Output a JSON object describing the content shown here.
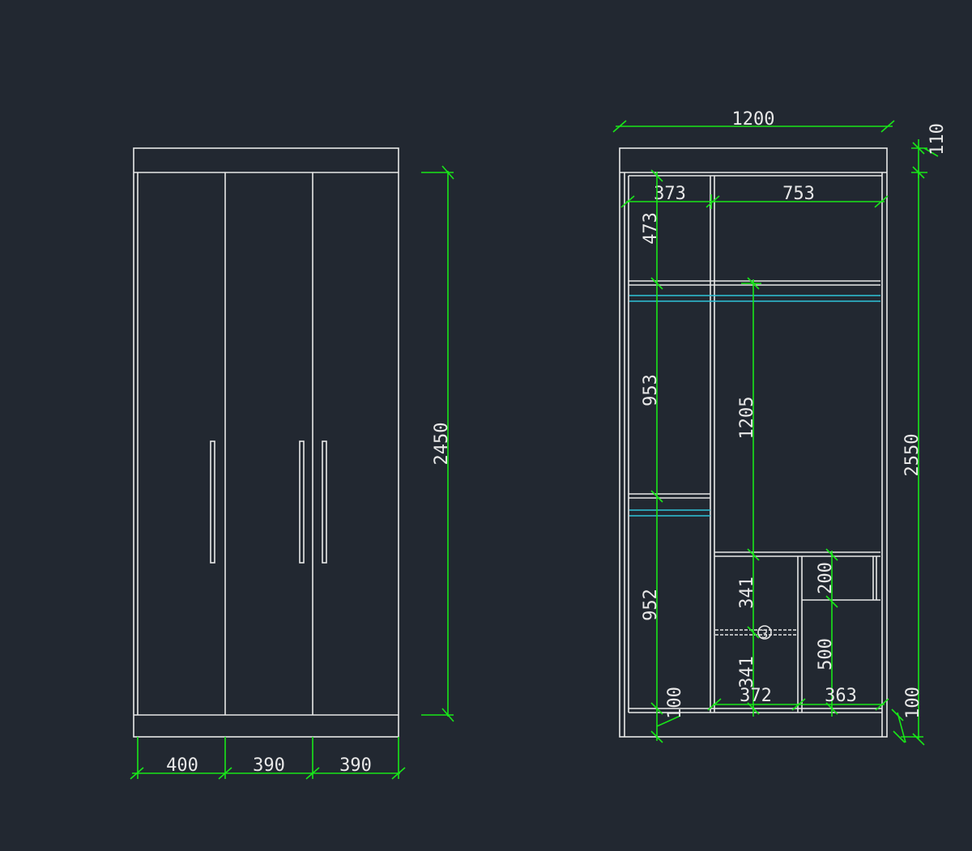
{
  "colors": {
    "background": "#222831",
    "outline": "#e8e8e8",
    "dimension": "#19e619",
    "rail": "#2ec4d9"
  },
  "front_view": {
    "width_400": "400",
    "width_390_a": "390",
    "width_390_b": "390",
    "height_2450": "2450"
  },
  "section_view": {
    "width_1200": "1200",
    "top_110": "110",
    "height_2550": "2550",
    "width_373": "373",
    "width_753": "753",
    "height_473": "473",
    "height_953": "953",
    "height_952": "952",
    "height_1205": "1205",
    "height_341_a": "341",
    "height_341_b": "341",
    "height_200": "200",
    "height_500": "500",
    "plinth_100_left": "100",
    "plinth_100_right": "100",
    "width_372": "372",
    "width_363": "363",
    "marker_3": "3"
  }
}
